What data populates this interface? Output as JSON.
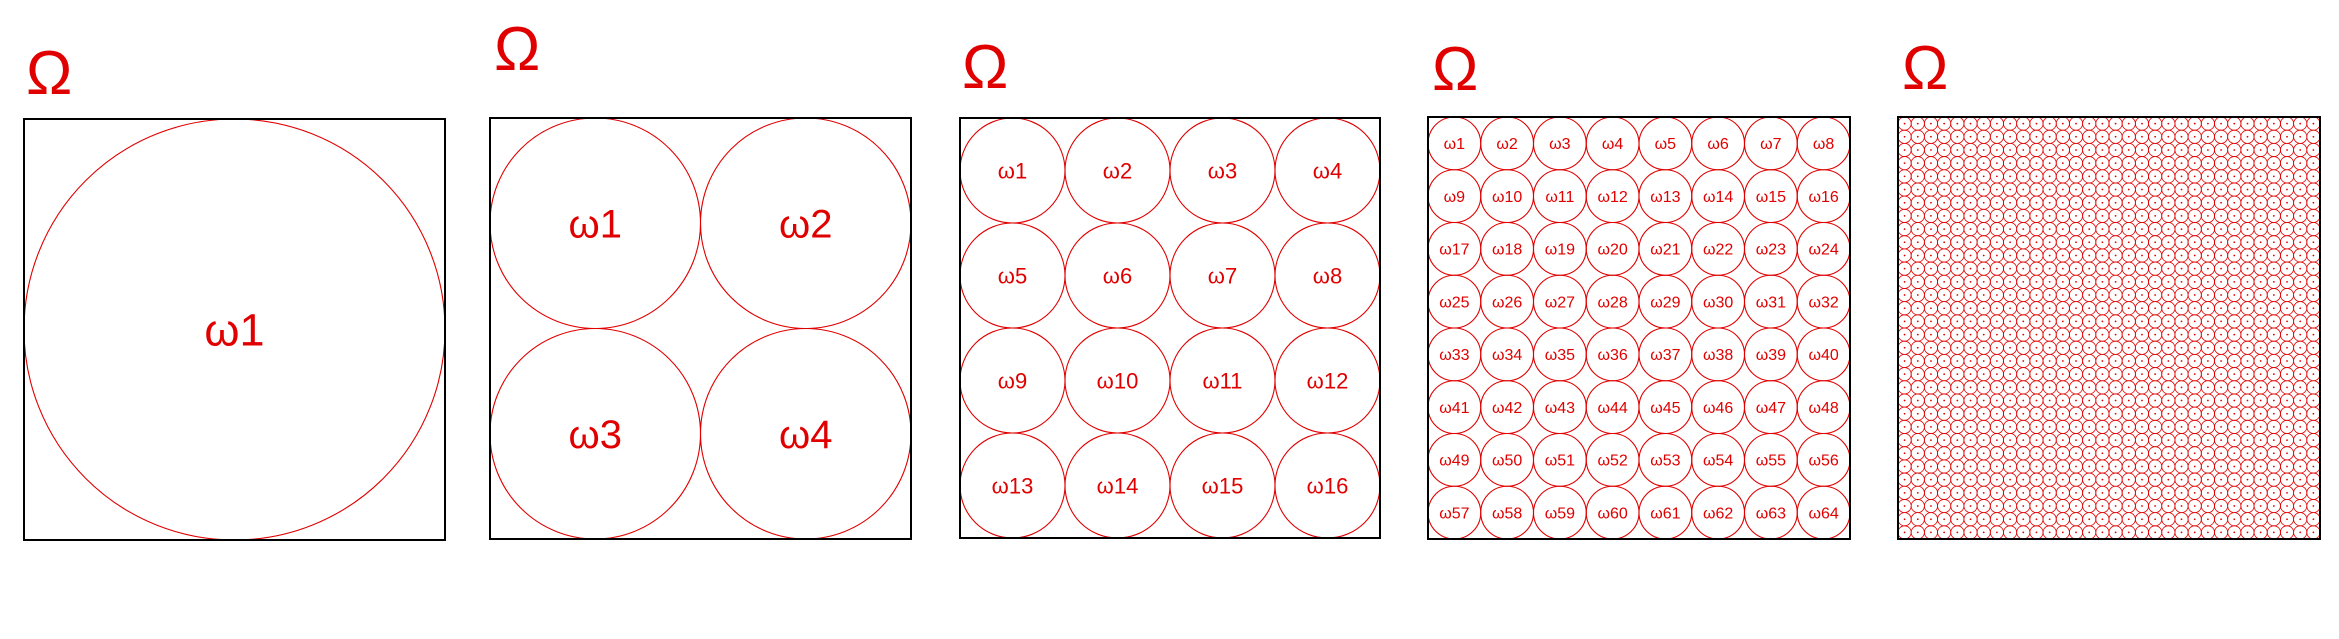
{
  "colors": {
    "background": "#ffffff",
    "accent": "#e00000",
    "frame": "#000000"
  },
  "domain_symbol": "Ω",
  "subdomain_prefix": "ω",
  "panels": [
    {
      "grid": 1,
      "show_labels": true
    },
    {
      "grid": 2,
      "show_labels": true
    },
    {
      "grid": 4,
      "show_labels": true
    },
    {
      "grid": 8,
      "show_labels": true
    },
    {
      "grid": 32,
      "show_labels": false
    }
  ]
}
